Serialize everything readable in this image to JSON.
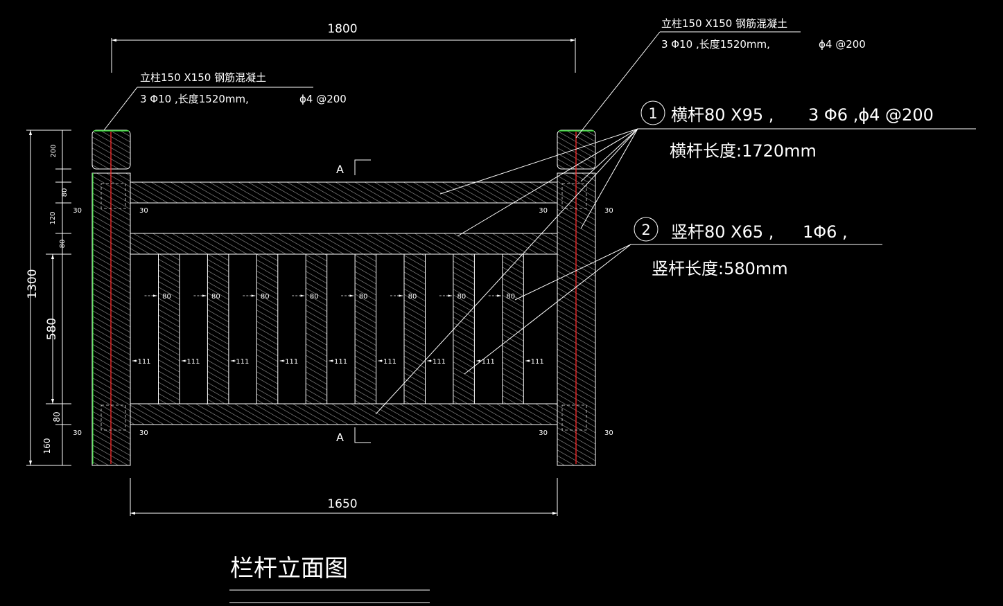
{
  "drawing": {
    "title": "栏杆立面图",
    "dimensions": {
      "overall_width": "1800",
      "clear_width": "1650",
      "overall_height": "1300",
      "picket_height": "580",
      "post_cap": "200",
      "top_rail": "80",
      "rail_gap": "120",
      "middle_rail": "80",
      "bottom_rail": "80",
      "base": "160",
      "picket_width": "80",
      "picket_spacing": "111",
      "embed": "30"
    },
    "callouts": {
      "post_left": {
        "line1": "立柱150 X150 钢筋混凝土",
        "line2a": "3 Φ10 ,长度1520mm,",
        "line2b": "ϕ4 @200"
      },
      "post_right": {
        "line1": "立柱150 X150 钢筋混凝土",
        "line2a": "3 Φ10 ,长度1520mm,",
        "line2b": "ϕ4 @200"
      },
      "rail": {
        "number": "1",
        "line1a": "横杆80 X95 ,",
        "line1b": "3 Φ6 ,ϕ4 @200",
        "line2": "横杆长度:1720mm"
      },
      "picket": {
        "number": "2",
        "line1a": "竖杆80 X65 ,",
        "line1b": "1Φ6 ,",
        "line2": "竖杆长度:580mm"
      }
    },
    "section_mark": "A",
    "colors": {
      "background": "#000000",
      "lines": "#ffffff",
      "hatch": "#9a9a9a",
      "rebar_red": "#ff2a2a",
      "rebar_green": "#22cc22"
    }
  }
}
